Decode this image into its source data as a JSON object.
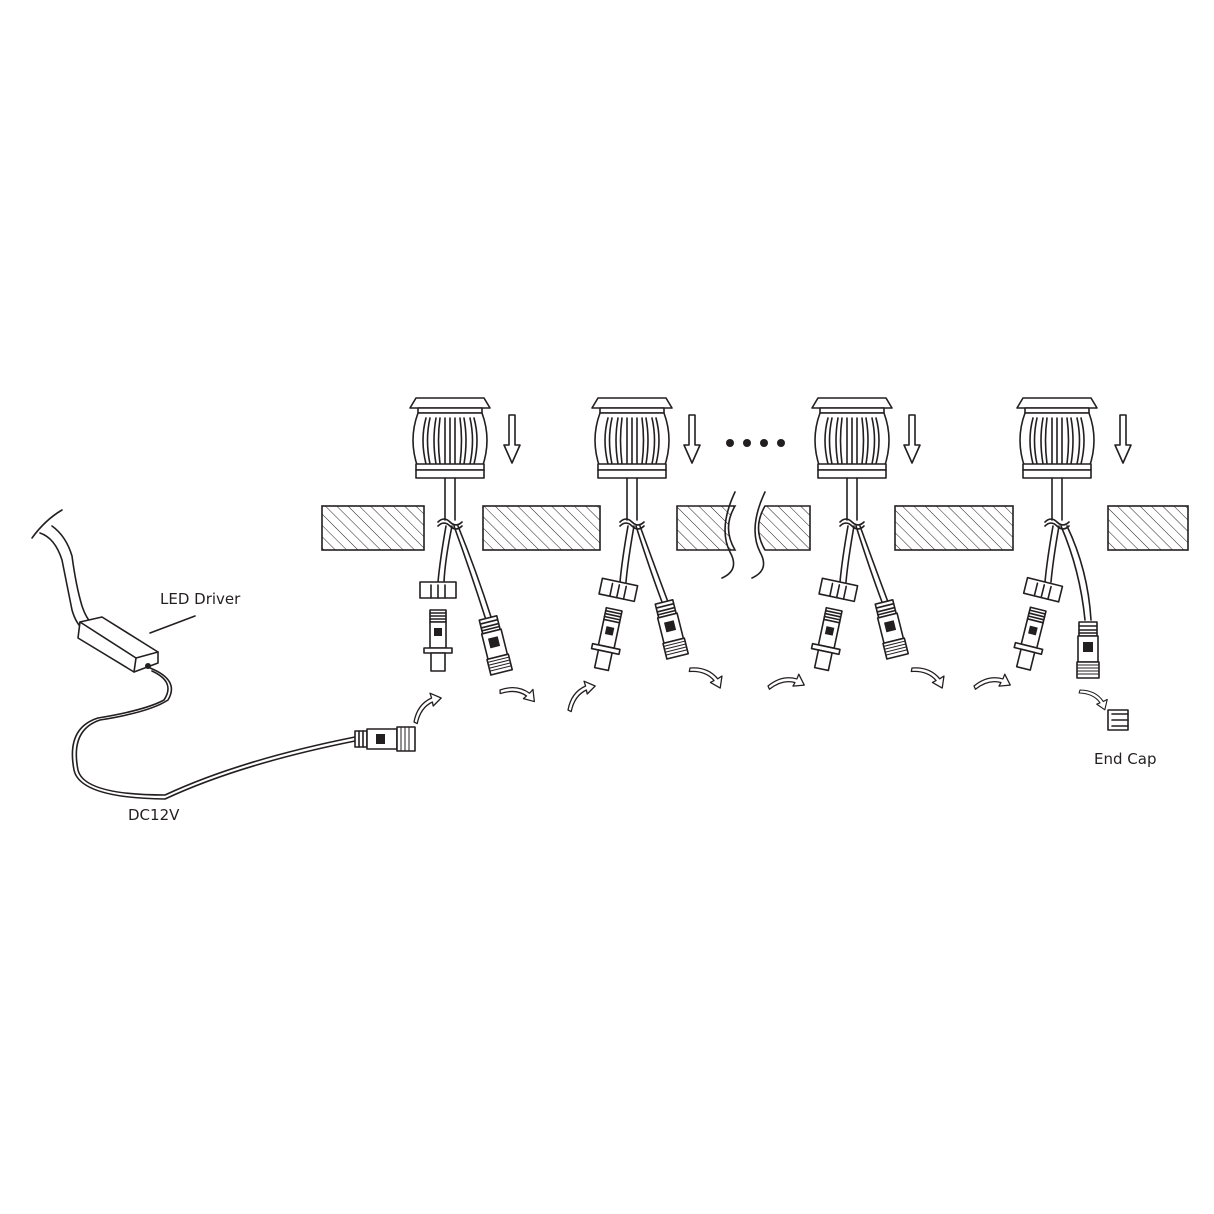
{
  "labels": {
    "driver": "LED Driver",
    "voltage": "DC12V",
    "end_cap": "End Cap"
  },
  "colors": {
    "line": "#231f20",
    "background": "#ffffff"
  },
  "fixture_count_shown": 4,
  "continuation_dots": 4
}
